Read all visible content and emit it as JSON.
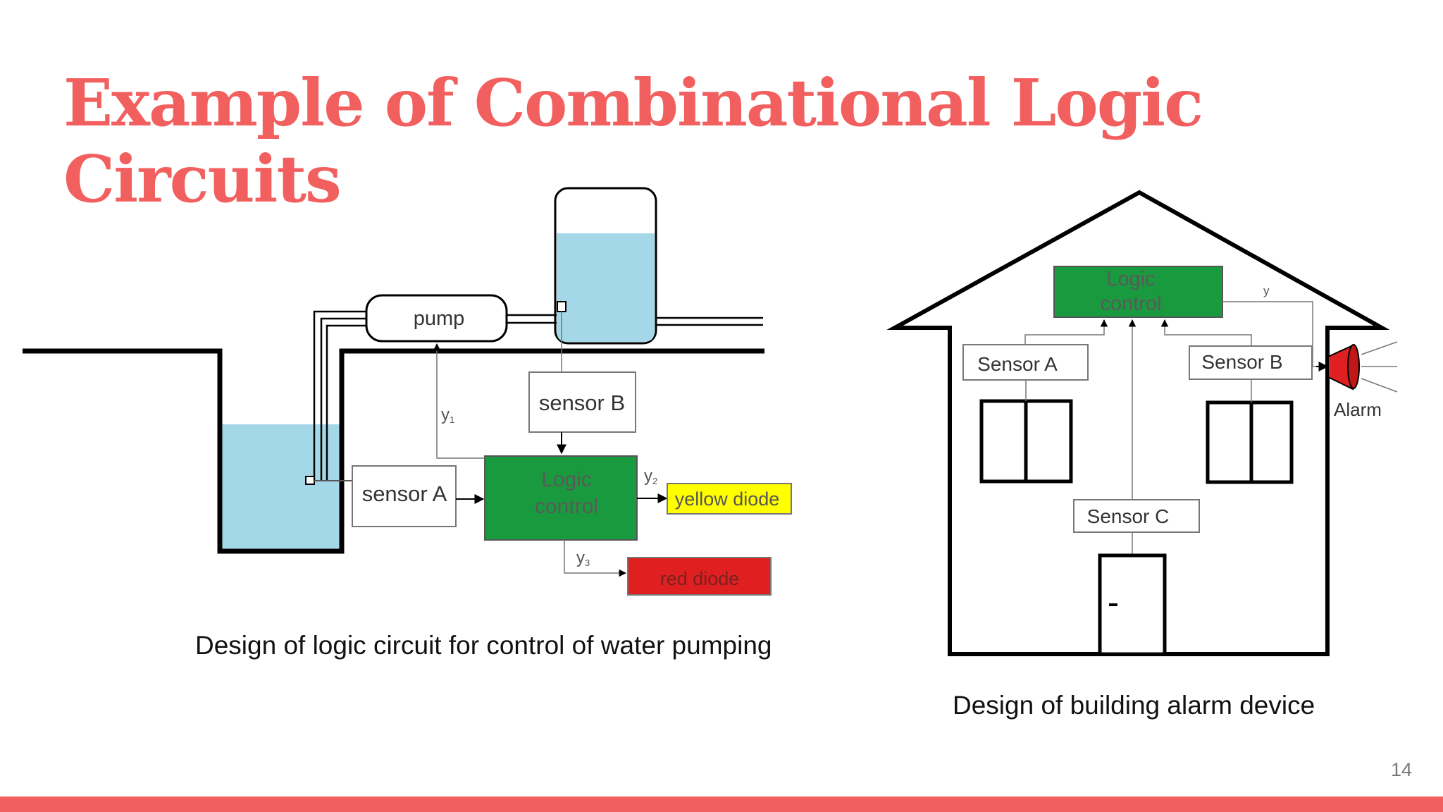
{
  "slide": {
    "title": "Example of Combinational Logic Circuits",
    "page_number": "14"
  },
  "pumping": {
    "caption": "Design of logic circuit for control of water pumping",
    "pump_label": "pump",
    "sensor_a_label": "sensor A",
    "sensor_b_label": "sensor B",
    "logic_line1": "Logic",
    "logic_line2": "control",
    "y1_label": "y",
    "y1_sub": "1",
    "y2_label": "y",
    "y2_sub": "2",
    "y3_label": "y",
    "y3_sub": "3",
    "yellow_diode_label": "yellow diode",
    "red_diode_label": "red diode",
    "colors": {
      "water": "#a4d8e8",
      "logic": "#1a9a3f",
      "yellow": "#ffff00",
      "red": "#e02020"
    }
  },
  "alarm": {
    "caption": "Design of building alarm device",
    "logic_line1": "Logic",
    "logic_line2": "control",
    "sensor_a_label": "Sensor A",
    "sensor_b_label": "Sensor B",
    "sensor_c_label": "Sensor C",
    "alarm_label": "Alarm",
    "y_label": "y",
    "colors": {
      "logic": "#1a9a3f",
      "alarm": "#e02020"
    }
  },
  "theme": {
    "accent": "#f25f5f"
  }
}
